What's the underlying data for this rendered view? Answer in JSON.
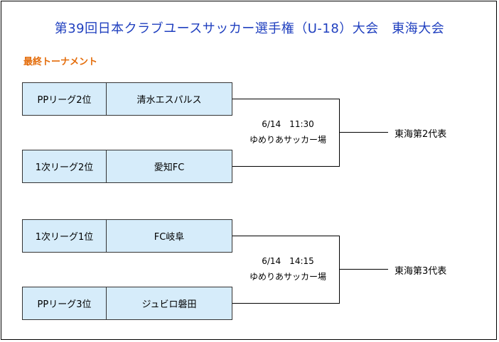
{
  "title": "第39回日本クラブユースサッカー選手権（U-18）大会　東海大会",
  "subtitle": "最終トーナメント",
  "teams": [
    {
      "rank": "PPリーグ2位",
      "club": "清水エスパルス"
    },
    {
      "rank": "1次リーグ2位",
      "club": "愛知FC"
    },
    {
      "rank": "1次リーグ1位",
      "club": "FC岐阜"
    },
    {
      "rank": "PPリーグ3位",
      "club": "ジュビロ磐田"
    }
  ],
  "matches": [
    {
      "datetime": "6/14　11:30",
      "venue": "ゆめりあサッカー場",
      "winner": "東海第2代表"
    },
    {
      "datetime": "6/14　14:15",
      "venue": "ゆめりあサッカー場",
      "winner": "東海第3代表"
    }
  ]
}
